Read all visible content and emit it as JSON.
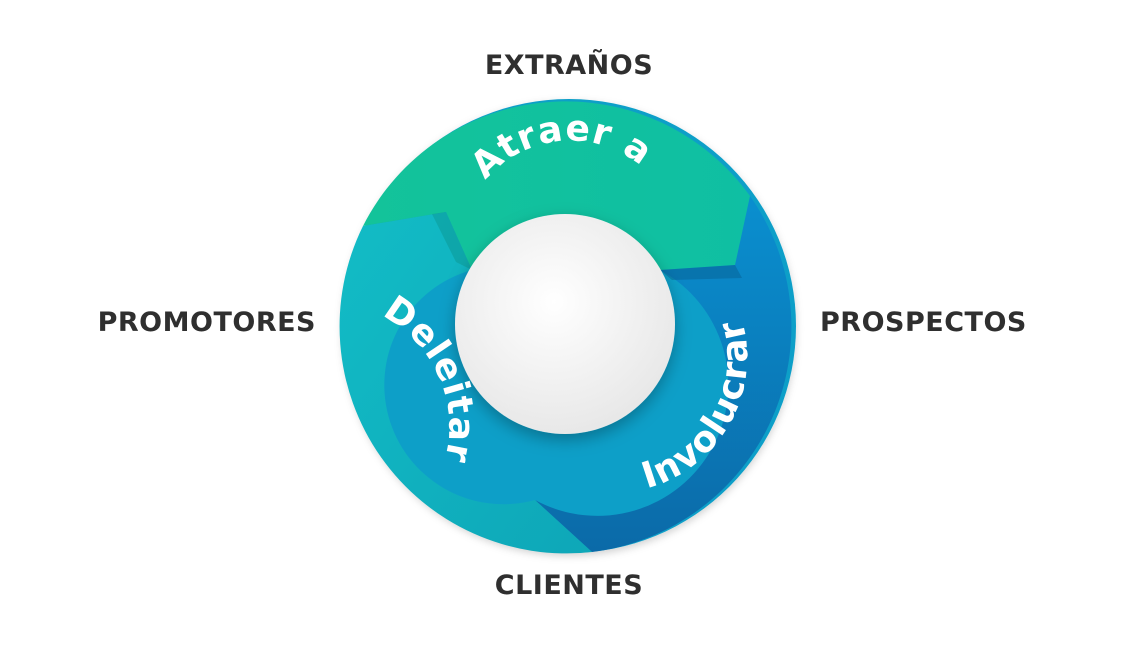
{
  "stages": {
    "top": "EXTRAÑOS",
    "right": "PROSPECTOS",
    "bottom": "CLIENTES",
    "left": "PROMOTORES"
  },
  "actions": {
    "attract": "Atraer a",
    "engage": "Involucrar",
    "delight": "Deleitar"
  },
  "colors": {
    "attract": "#11c29d",
    "engage": "#0f7fc0",
    "delight": "#10b7c2",
    "center": "#f4f4f4",
    "label": "#2f2f2f"
  }
}
